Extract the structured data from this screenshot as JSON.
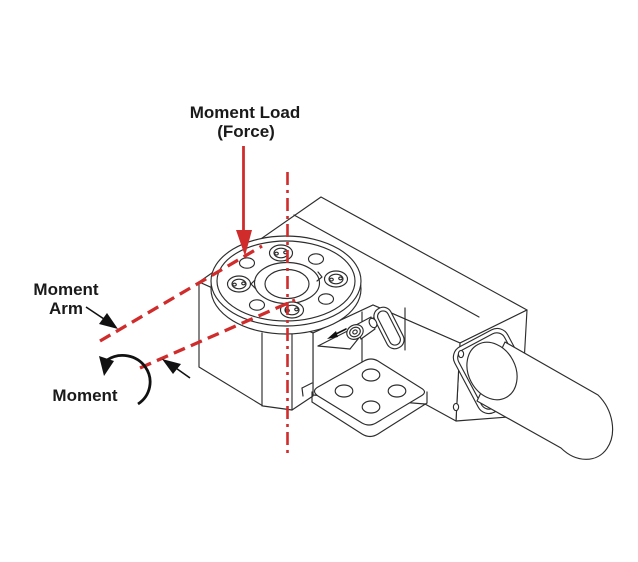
{
  "labels": {
    "moment_load_line1": "Moment Load",
    "moment_load_line2": "(Force)",
    "moment_arm_line1": "Moment",
    "moment_arm_line2": "Arm",
    "moment": "Moment"
  },
  "colors": {
    "annotation_red": "#d02c2c",
    "drawing_line": "#2d2d2d",
    "text_black": "#1a1a1a",
    "background": "#ffffff"
  },
  "annotations": {
    "force_arrow": "red-downward-force-arrow",
    "axis_centerline": "red-dash-dot-rotation-axis",
    "moment_arm_lines": "red-dashed-moment-arm-lines",
    "moment_arc": "black-curved-moment-rotation-arrow"
  }
}
